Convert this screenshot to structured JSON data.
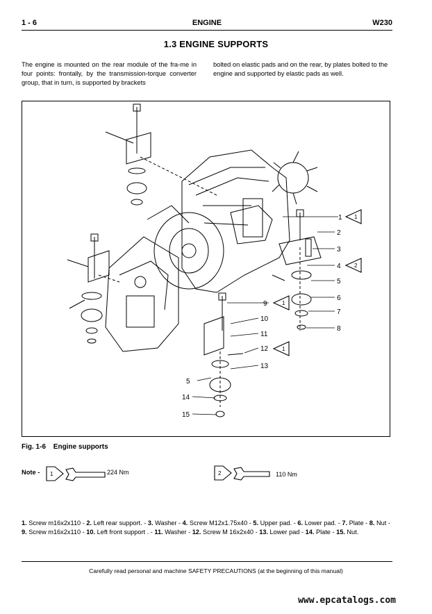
{
  "header": {
    "page": "1 - 6",
    "section": "ENGINE",
    "model": "W230"
  },
  "title": "1.3 ENGINE SUPPORTS",
  "intro": {
    "left": "The engine is mounted on the rear module of the fra-me in four points: frontally, by the transmission-torque converter group, that in turn, is supported by brackets",
    "right": "bolted on elastic pads and on the rear, by plates bolted to the engine and supported by elastic pads as well."
  },
  "figure": {
    "callouts": [
      "1",
      "2",
      "3",
      "4",
      "5",
      "6",
      "7",
      "8",
      "9",
      "10",
      "11",
      "12",
      "13",
      "5",
      "14",
      "15"
    ],
    "flags": [
      "1",
      "2",
      "1",
      "1"
    ]
  },
  "caption": {
    "number": "Fig. 1-6",
    "text": "Engine supports"
  },
  "notes": {
    "label": "Note -",
    "items": [
      {
        "ref": "1",
        "torque": "224 Nm"
      },
      {
        "ref": "2",
        "torque": "110 Nm"
      }
    ]
  },
  "legend": [
    {
      "n": "1",
      "t": "Screw m16x2x110"
    },
    {
      "n": "2",
      "t": "Left rear support."
    },
    {
      "n": "3",
      "t": "Washer"
    },
    {
      "n": "4",
      "t": "Screw M12x1.75x40"
    },
    {
      "n": "5",
      "t": "Upper pad."
    },
    {
      "n": "6",
      "t": "Lower pad."
    },
    {
      "n": "7",
      "t": "Plate"
    },
    {
      "n": "8",
      "t": "Nut"
    },
    {
      "n": "9",
      "t": "Screw m16x2x110"
    },
    {
      "n": "10",
      "t": "Left front support ."
    },
    {
      "n": "11",
      "t": "Washer"
    },
    {
      "n": "12",
      "t": "Screw M 16x2x40"
    },
    {
      "n": "13",
      "t": "Lower pad"
    },
    {
      "n": "14",
      "t": "Plate"
    },
    {
      "n": "15",
      "t": "Nut."
    }
  ],
  "footer": "Carefully read personal and machine SAFETY PRECAUTIONS (at the beginning of this manual)",
  "watermark": "www.epcatalogs.com"
}
